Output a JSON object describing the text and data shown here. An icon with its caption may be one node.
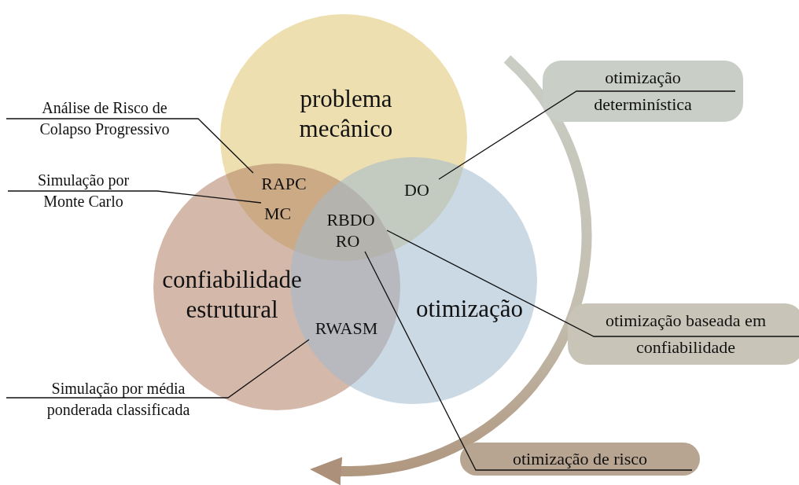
{
  "diagram": {
    "nodes": [
      {
        "text": [
          "Análise de Risco de Colapso Progressivo"
        ]
      },
      {
        "text": [
          "problema mecânico"
        ]
      },
      {
        "text": [
          "otimização determinística"
        ]
      },
      {
        "text": [
          "RAPC"
        ]
      },
      {
        "text": [
          "DO"
        ]
      },
      {
        "text": [
          "Simulação por Monte Carlo"
        ]
      },
      {
        "text": [
          "MC"
        ]
      },
      {
        "text": [
          "RBDO"
        ]
      },
      {
        "text": [
          "RO"
        ]
      },
      {
        "text": [
          "confiabilidade estrutural"
        ]
      },
      {
        "text": [
          "otimização"
        ]
      },
      {
        "text": [
          "RWASM"
        ]
      },
      {
        "text": [
          "otimização baseada em confiabilidade"
        ]
      },
      {
        "text": [
          "Simulação por média ponderada classificada"
        ]
      },
      {
        "text": [
          "otimização de risco"
        ]
      }
    ],
    "edges": [
      {
        "from": 0,
        "to": 3,
        "arrow": "none"
      },
      {
        "from": 5,
        "to": 6,
        "arrow": "none"
      },
      {
        "from": 13,
        "to": 11,
        "arrow": "none"
      },
      {
        "from": 2,
        "to": 4,
        "arrow": "none"
      },
      {
        "from": 12,
        "to": 7,
        "arrow": "none"
      },
      {
        "from": 14,
        "to": 8,
        "arrow": "none"
      }
    ]
  }
}
